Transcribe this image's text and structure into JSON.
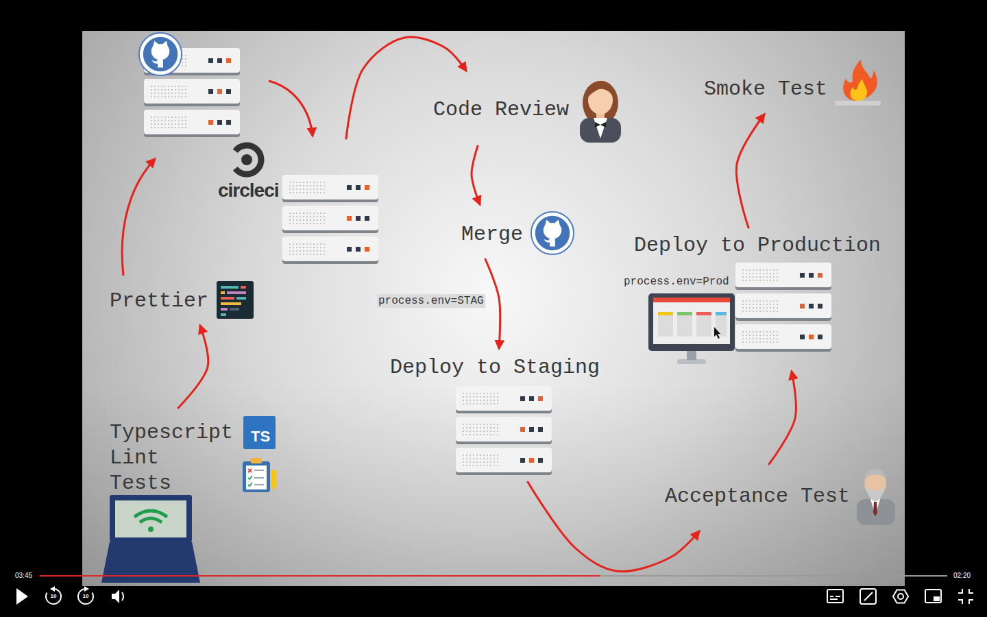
{
  "diagram": {
    "nodes": [
      {
        "text": [
          "Smoke Test"
        ]
      },
      {
        "text": [
          "Code Review"
        ]
      },
      {
        "text": [
          "circleci"
        ]
      },
      {
        "text": [
          "Merge"
        ]
      },
      {
        "text": [
          "Deploy to Production",
          "process.env=Prod"
        ]
      },
      {
        "text": [
          "Prettier"
        ]
      },
      {
        "text": [
          "Deploy to Staging"
        ]
      },
      {
        "text": [
          "Typescript",
          "Lint",
          "Tests"
        ]
      },
      {
        "text": [
          "Acceptance Test"
        ]
      }
    ],
    "edges": [
      {
        "from": 7,
        "to": 5,
        "arrow": "to"
      },
      {
        "from": 2,
        "to": 1,
        "arrow": "to"
      },
      {
        "from": 1,
        "to": 3,
        "arrow": "to"
      },
      {
        "from": 3,
        "to": 6,
        "label": "process.env=STAG",
        "arrow": "to"
      },
      {
        "from": 6,
        "to": 8,
        "arrow": "to"
      },
      {
        "from": 8,
        "to": 4,
        "arrow": "to"
      },
      {
        "from": 4,
        "to": 0,
        "arrow": "to"
      }
    ],
    "labels": [
      "TS",
      "03:45",
      "02:20",
      "10",
      "10"
    ]
  }
}
